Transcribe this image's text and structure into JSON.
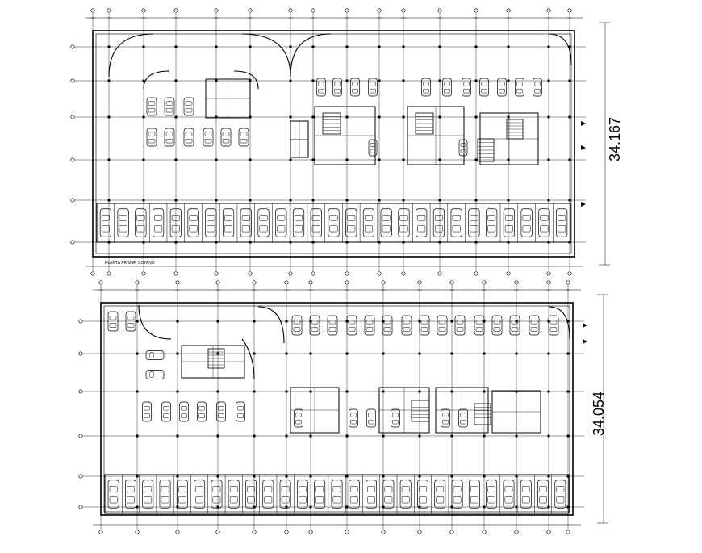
{
  "plans": [
    {
      "id": "upper",
      "title": "PLANTA PRIMER SOTANO",
      "dimension": "34.167"
    },
    {
      "id": "lower",
      "title": "",
      "dimension": "34.054"
    }
  ],
  "colors": {
    "line": "#000000",
    "background": "#ffffff"
  },
  "symbols": {
    "car": "car-icon",
    "grid_bubble": "grid-bubble-icon"
  }
}
